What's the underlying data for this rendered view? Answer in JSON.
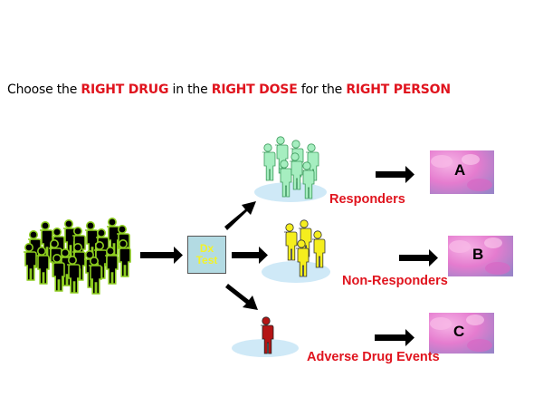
{
  "title": {
    "segments": [
      {
        "text": "Choose the ",
        "highlight": false
      },
      {
        "text": "RIGHT DRUG",
        "highlight": true
      },
      {
        "text": " in the ",
        "highlight": false
      },
      {
        "text": "RIGHT DOSE",
        "highlight": true
      },
      {
        "text": " for the ",
        "highlight": false
      },
      {
        "text": "RIGHT PERSON",
        "highlight": true
      }
    ]
  },
  "colors": {
    "highlight": "#e0141e",
    "population": "#000000",
    "population_outline": "#8ccc1e",
    "responders": "#a6eec0",
    "non_responders": "#f5ee1e",
    "adverse": "#b41414",
    "ellipse": "#cfe9f7",
    "dx_box": "#b3dbe3",
    "dx_text": "#f2f22a",
    "pill_bg": "#e67fd0"
  },
  "dx_test": {
    "line1": "Dx",
    "line2": "Test"
  },
  "groups": [
    {
      "label": "Responders",
      "outcome": "A",
      "icon": "responders-group-icon"
    },
    {
      "label": "Non-Responders",
      "outcome": "B",
      "icon": "non-responders-group-icon"
    },
    {
      "label": "Adverse Drug Events",
      "outcome": "C",
      "icon": "adverse-person-icon"
    }
  ]
}
